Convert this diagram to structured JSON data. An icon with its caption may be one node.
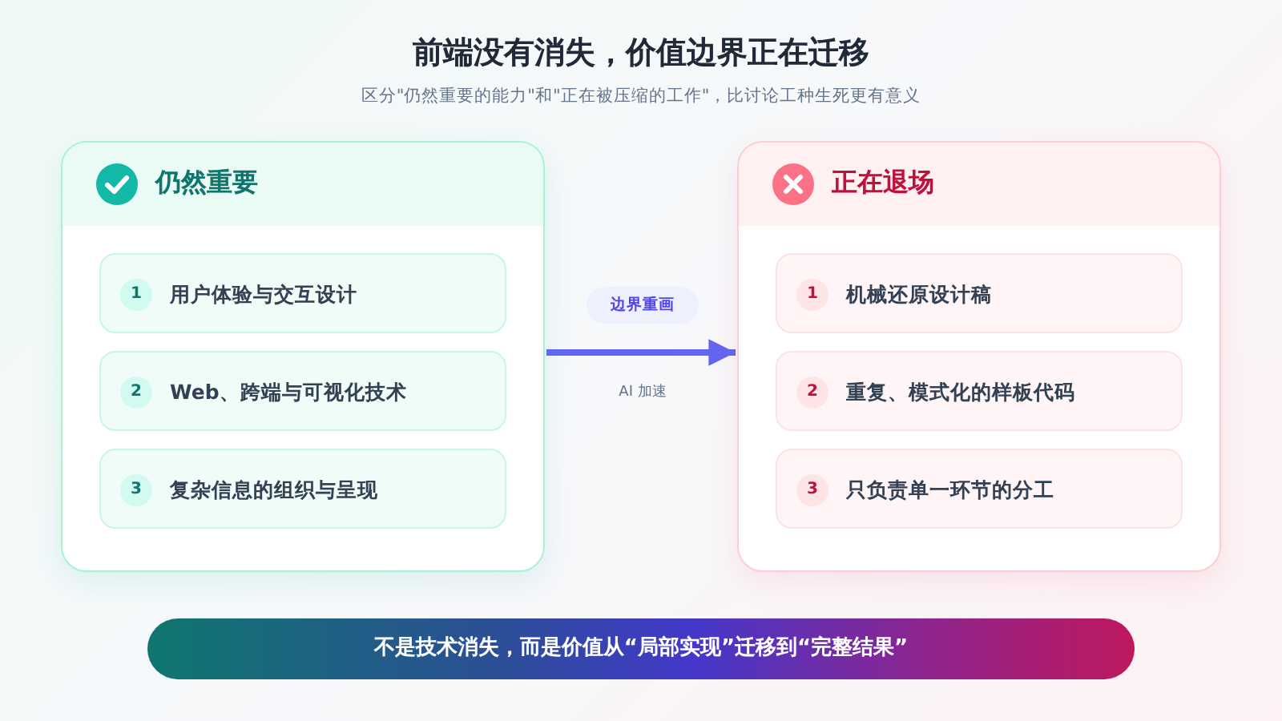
{
  "diagram": {
    "title": "前端没有消失，价值边界正在迁移",
    "nodes": [
      {
        "text": [
          "仍然重要"
        ]
      },
      {
        "text": [
          "1",
          "用户体验与交互设计"
        ],
        "in": 0
      },
      {
        "text": [
          "2",
          "Web、跨端与可视化技术"
        ],
        "in": 0
      },
      {
        "text": [
          "3",
          "复杂信息的组织与呈现"
        ],
        "in": 0
      },
      {
        "text": [
          "正在退场"
        ]
      },
      {
        "text": [
          "1",
          "机械还原设计稿"
        ],
        "in": 4
      },
      {
        "text": [
          "2",
          "重复、模式化的样板代码"
        ],
        "in": 4
      },
      {
        "text": [
          "3",
          "只负责单一环节的分工"
        ],
        "in": 4
      },
      {
        "text": [
          "不是技术消失，而是价值从“局部实现”迁移到“完整结果”"
        ]
      }
    ],
    "edges": [
      {
        "from": 0,
        "to": 4,
        "arrow": "to",
        "label": "边界重画"
      }
    ],
    "labels": [
      "区分\"仍然重要的能力\"和\"正在被压缩的工作\"，比讨论工种生死更有意义",
      "AI 加速"
    ]
  }
}
